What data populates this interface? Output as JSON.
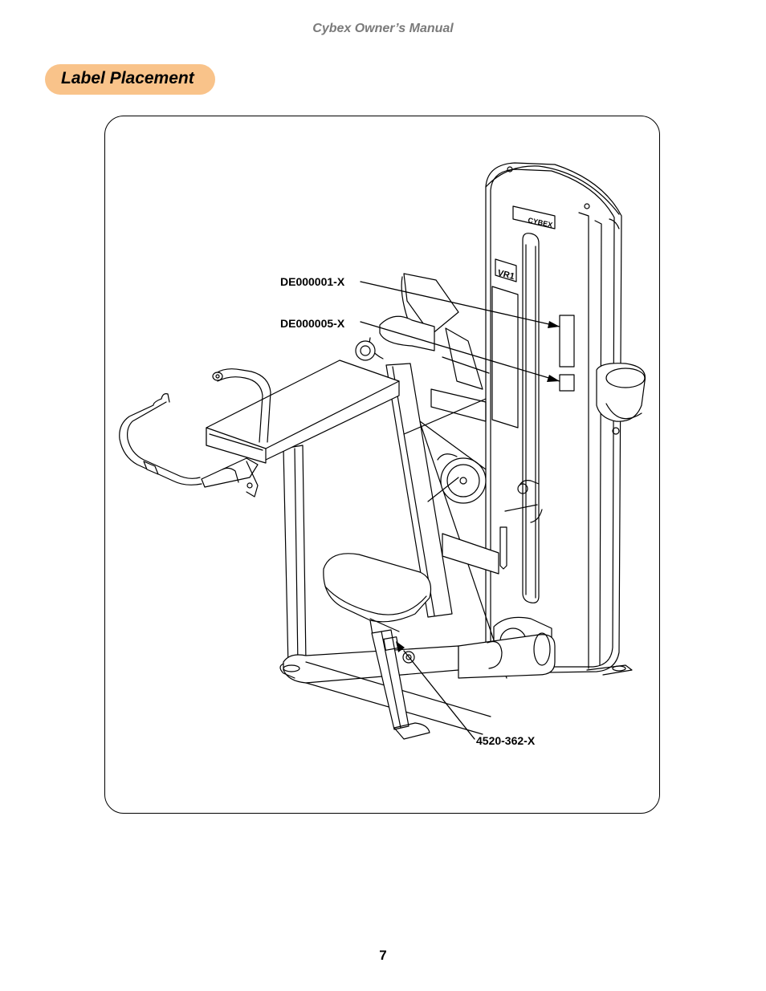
{
  "header": {
    "title": "Cybex Owner’s Manual"
  },
  "section": {
    "title": "Label Placement"
  },
  "figure": {
    "machine_logo": "CYBEX",
    "machine_model": "VR1",
    "callouts": [
      {
        "label": "DE000001-X"
      },
      {
        "label": "DE000005-X"
      },
      {
        "label": "4520-362-X"
      }
    ]
  },
  "footer": {
    "page_number": "7"
  },
  "colors": {
    "section_pill": "#f9c38a",
    "header_text": "#7a7a7a",
    "line": "#000000"
  }
}
